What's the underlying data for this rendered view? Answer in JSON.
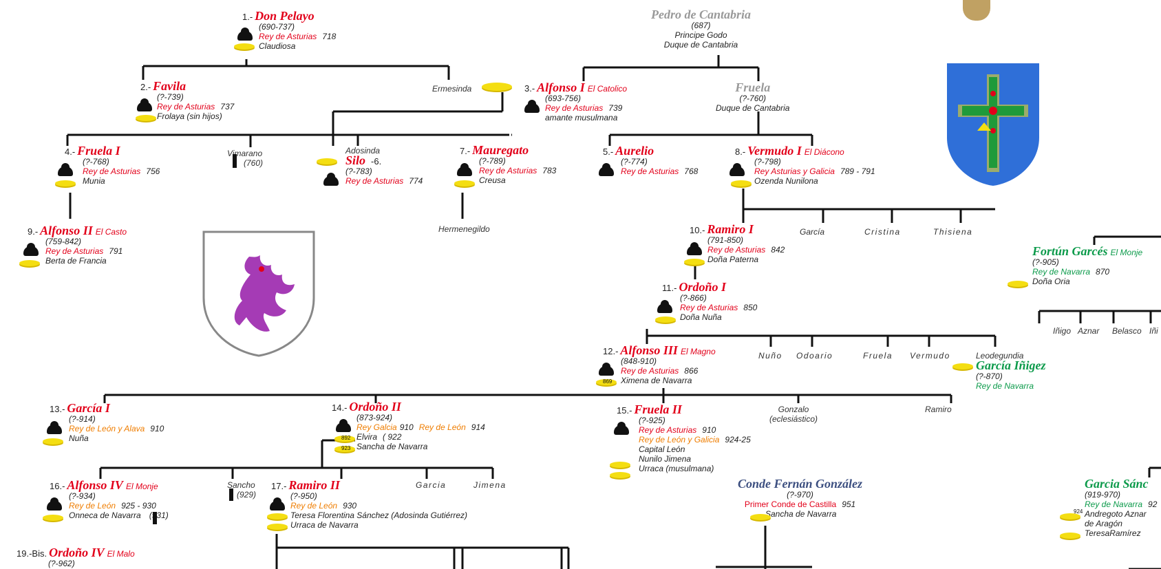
{
  "people": {
    "pelayo": {
      "num": "1.-",
      "name": "Don Pelayo",
      "dates": "(690-737)",
      "title": "Rey de Asturias",
      "year": "718",
      "spouse": "Claudiosa"
    },
    "favila": {
      "num": "2.-",
      "name": "Favila",
      "dates": "(?-739)",
      "title": "Rey de Asturias",
      "year": "737",
      "spouse": "Frolaya (sin hijos)"
    },
    "ermesinda": {
      "name": "Ermesinda"
    },
    "pedro": {
      "name": "Pedro de Cantabria",
      "dates": "(687)",
      "l1": "Principe Godo",
      "l2": "Duque de Cantabria"
    },
    "alfonso1": {
      "num": "3.-",
      "name": "Alfonso I",
      "epithet": "El Catolico",
      "dates": "(693-756)",
      "title": "Rey de  Asturias",
      "year": "739",
      "spouse": "amante musulmana"
    },
    "fruela_d": {
      "name": "Fruela",
      "dates": "(?-760)",
      "l1": "Duque de Cantabria"
    },
    "fruela1": {
      "num": "4.-",
      "name": "Fruela I",
      "dates": "(?-768)",
      "title": "Rey de Asturias",
      "year": "756",
      "spouse": "Munia"
    },
    "vimarano": {
      "name": "Vimarano",
      "dates": "(760)"
    },
    "adosinda": {
      "name": "Adosinda"
    },
    "silo": {
      "num": "-6.",
      "name": "Silo",
      "dates": "(?-783)",
      "title": "Rey de Asturias",
      "year": "774"
    },
    "mauregato": {
      "num": "7.-",
      "name": "Mauregato",
      "dates": "(?-789)",
      "title": "Rey de Asturias",
      "year": "783",
      "spouse": "Creusa"
    },
    "hermenegildo": {
      "name": "Hermenegildo"
    },
    "aurelio": {
      "num": "5.-",
      "name": "Aurelio",
      "dates": "(?-774)",
      "title": "Rey de Asturias",
      "year": "768"
    },
    "vermudo1": {
      "num": "8.-",
      "name": "Vermudo I",
      "epithet": "El Diácono",
      "dates": "(?-798)",
      "title": "Rey Asturias y Galicia",
      "year": "789 - 791",
      "spouse": "Ozenda Nunilona"
    },
    "alfonso2": {
      "num": "9.-",
      "name": "Alfonso II",
      "epithet": "El Casto",
      "dates": "(759-842)",
      "title": "Rey de Asturias",
      "year": "791",
      "spouse": "Berta de Francia"
    },
    "ramiro1": {
      "num": "10.-",
      "name": "Ramiro I",
      "dates": "(791-850)",
      "title": "Rey de Asturias",
      "year": "842",
      "spouse": "Doña Paterna"
    },
    "garcia_c": {
      "name": "García"
    },
    "cristina": {
      "name": "Cristina"
    },
    "thisiena": {
      "name": "Thisiena"
    },
    "ordono1": {
      "num": "11.-",
      "name": "Ordoño I",
      "dates": "(?-866)",
      "title": "Rey de Asturias",
      "year": "850",
      "spouse": "Doña Nuña"
    },
    "alfonso3": {
      "num": "12.-",
      "name": "Alfonso III",
      "epithet": "El Magno",
      "dates": "(848-910)",
      "title": "Rey de Asturias",
      "year": "866",
      "spouse": "Ximena de Navarra",
      "small": "869"
    },
    "nuno": {
      "name": "Nuño"
    },
    "odoario": {
      "name": "Odoario"
    },
    "fruela_s": {
      "name": "Fruela"
    },
    "vermudo_s": {
      "name": "Vermudo"
    },
    "leodegundia": {
      "name": "Leodegundia"
    },
    "garcia_inigez": {
      "name": "García Iñigez",
      "dates": "(?-870)",
      "title": "Rey de Navarra"
    },
    "fortun": {
      "name": "Fortún Garcés",
      "epithet": "El Monje",
      "dates": "(?-905)",
      "title": "Rey de Navarra",
      "year": "870",
      "spouse": "Doña Oria"
    },
    "inigo": {
      "name": "Iñigo"
    },
    "aznar": {
      "name": "Aznar"
    },
    "belasco": {
      "name": "Belasco"
    },
    "ini": {
      "name": "Iñi"
    },
    "garcia1": {
      "num": "13.-",
      "name": "García I",
      "dates": "(?-914)",
      "title": "Rey de León y Alava",
      "year": "910",
      "spouse": "Nuña"
    },
    "ordono2": {
      "num": "14.-",
      "name": "Ordoño II",
      "dates": "(873-924)",
      "title": "Rey Galcia",
      "year": "910",
      "title2": "Rey de León",
      "year2": "914",
      "spouse": "Elvira",
      "spouse_year": "( 922",
      "spouse2": "Sancha de Navarra",
      "small1": "892",
      "small2": "923"
    },
    "fruela2": {
      "num": "15.-",
      "name": "Fruela II",
      "dates": "(?-925)",
      "title": "Rey de Asturias",
      "year": "910",
      "title2": "Rey de León y Galicia",
      "year2": "924-25",
      "spouse": "Capital León",
      "spouse2": "Nunilo Jimena",
      "spouse3": "Urraca (musulmana)"
    },
    "gonzalo": {
      "name": "Gonzalo",
      "l1": "(eclesiástico)"
    },
    "ramiro_s": {
      "name": "Ramiro"
    },
    "alfonso4": {
      "num": "16.-",
      "name": "Alfonso IV",
      "epithet": "El Monje",
      "dates": "(?-934)",
      "title": "Rey de León",
      "year": "925 - 930",
      "spouse": "Onneca de Navarra",
      "death": "(931)"
    },
    "sancho": {
      "name": "Sancho",
      "dates": "(929)"
    },
    "ramiro2": {
      "num": "17.-",
      "name": "Ramiro II",
      "dates": "(?-950)",
      "title": "Rey de León",
      "year": "930",
      "spouse": "Teresa Florentina Sánchez (Adosinda Gutiérrez)",
      "spouse2": "Urraca de Navarra"
    },
    "garcia_s": {
      "name": "Garcia"
    },
    "jimena": {
      "name": "Jimena"
    },
    "fernan": {
      "name": "Conde Fernán González",
      "dates": "(?-970)",
      "title": "Primer Conde de Castilla",
      "year": "951",
      "spouse": "Sancha de Navarra"
    },
    "garcia_sanchez": {
      "name": "Garcia Sánc",
      "dates": "(919-970)",
      "title": "Rey de Navarra",
      "year": "92",
      "spouse": "Andregoto Aznar",
      "spouse2": "de Aragón",
      "spouse3": "TeresaRamírez",
      "small": "924"
    },
    "ordono4": {
      "num": "19.-Bis.",
      "name": "Ordoño IV",
      "epithet": "El Malo",
      "dates": "(?-962)"
    }
  },
  "colors": {
    "royal_red": "#e2001a",
    "orange": "#ef7d00",
    "navarra_green": "#0b9a4a",
    "castilla_blue": "#3c4f80",
    "ring_gold": "#f4de12",
    "line": "#111111"
  }
}
